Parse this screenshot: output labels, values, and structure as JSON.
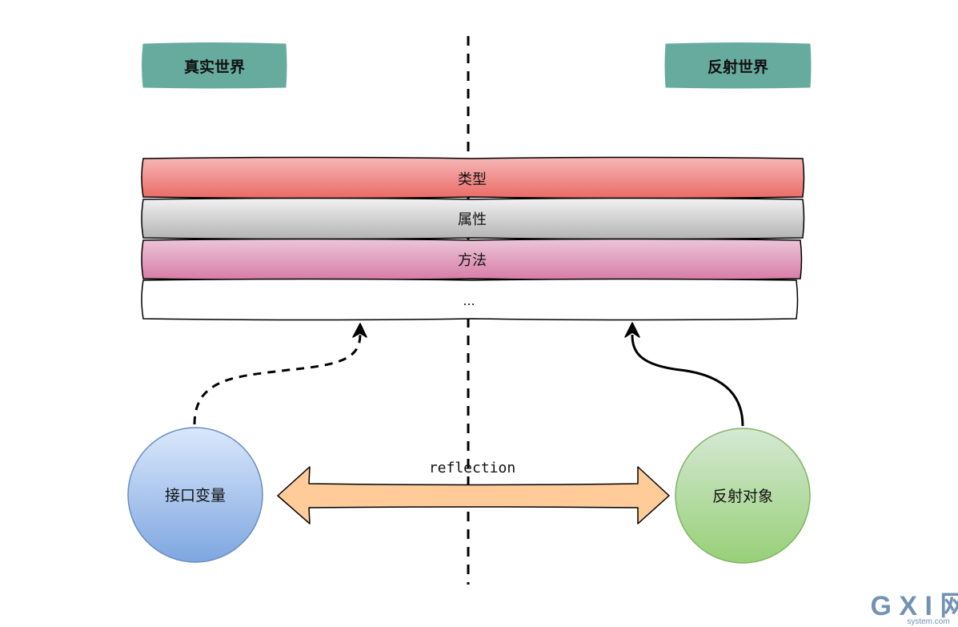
{
  "headers": {
    "left": "真实世界",
    "right": "反射世界"
  },
  "layers": [
    {
      "label": "类型",
      "color_top": "#f6b7b7",
      "color_bottom": "#ea6b66"
    },
    {
      "label": "属性",
      "color_top": "#f2f2f2",
      "color_bottom": "#b3b3b3"
    },
    {
      "label": "方法",
      "color_top": "#ebc6d8",
      "color_bottom": "#d87ca6"
    },
    {
      "label": "...",
      "color_top": "#ffffff",
      "color_bottom": "#ffffff"
    }
  ],
  "nodes": {
    "left": {
      "label": "接口变量",
      "color_top": "#dae8fc",
      "color_bottom": "#7ea6e0"
    },
    "right": {
      "label": "反射对象",
      "color_top": "#d5e8d4",
      "color_bottom": "#97d077"
    }
  },
  "arrow": {
    "label": "reflection",
    "fill": "#ffcc99"
  },
  "watermark": {
    "brand": "G X I 网",
    "domain": "system.com"
  },
  "colors": {
    "header_fill": "#67ab9f",
    "stroke": "#000000"
  }
}
